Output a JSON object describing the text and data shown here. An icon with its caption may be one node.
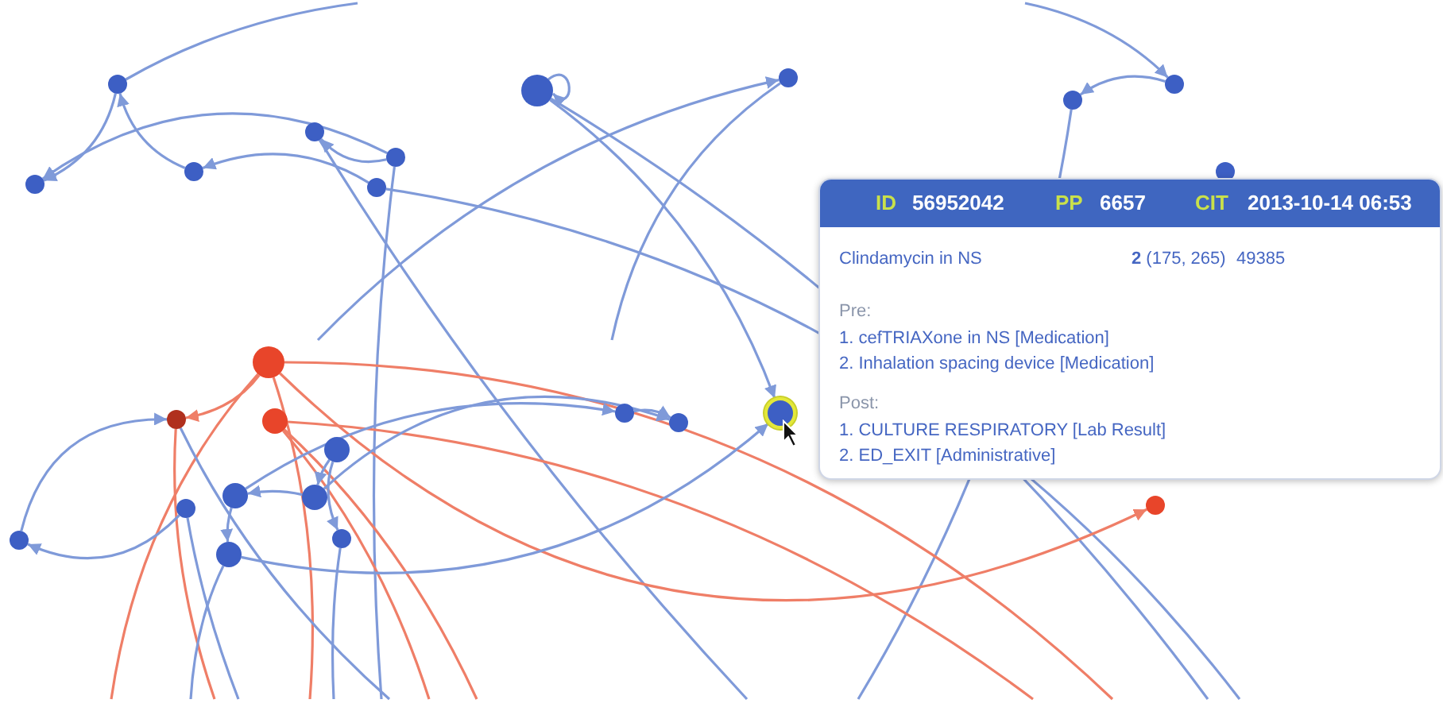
{
  "diagram": {
    "nodes": [
      {
        "text": [],
        "shape": "circle"
      },
      {
        "text": [],
        "shape": "circle"
      },
      {
        "text": [],
        "shape": "circle"
      },
      {
        "text": [],
        "shape": "circle"
      },
      {
        "text": [],
        "shape": "circle"
      },
      {
        "text": [],
        "shape": "circle"
      },
      {
        "text": [],
        "shape": "circle"
      },
      {
        "text": [],
        "shape": "circle"
      },
      {
        "text": [],
        "shape": "circle"
      },
      {
        "text": [],
        "shape": "circle"
      },
      {
        "text": [],
        "shape": "circle"
      },
      {
        "text": [],
        "shape": "circle"
      },
      {
        "text": [],
        "shape": "circle"
      },
      {
        "text": [],
        "shape": "circle"
      },
      {
        "text": [],
        "shape": "circle"
      },
      {
        "text": [],
        "shape": "circle"
      },
      {
        "text": [],
        "shape": "circle"
      },
      {
        "text": [],
        "shape": "circle"
      },
      {
        "text": [],
        "shape": "circle"
      },
      {
        "text": [],
        "shape": "circle"
      },
      {
        "text": [],
        "shape": "circle"
      },
      {
        "text": [],
        "shape": "circle"
      },
      {
        "text": [],
        "shape": "circle"
      },
      {
        "text": [],
        "shape": "circle"
      },
      {
        "text": [],
        "shape": "circle"
      },
      {
        "text": [
          "ID",
          "56952042",
          "PP",
          "6657",
          "CIT",
          "2013-10-14 06:53",
          "Clindamycin in NS",
          "**2** (175, 265)",
          "49385",
          "Pre:",
          "1. cefTRIAXone in NS [Medication]",
          "2. Inhalation spacing device [Medication]",
          "Post:",
          "1. CULTURE RESPIRATORY [Lab Result]",
          "2. ED_EXIT [Administrative]"
        ]
      }
    ],
    "edges": [
      {
        "from": 0,
        "to": 4,
        "arrow": "to"
      },
      {
        "from": 0,
        "to": null,
        "arrow": "none"
      },
      {
        "from": 3,
        "to": 4,
        "arrow": "to"
      },
      {
        "from": 2,
        "to": 0,
        "arrow": "to"
      },
      {
        "from": 5,
        "to": 2,
        "arrow": "to"
      },
      {
        "from": 3,
        "to": 1,
        "arrow": "to"
      },
      {
        "from": 1,
        "to": null,
        "arrow": "none"
      },
      {
        "from": 5,
        "to": null,
        "arrow": "none"
      },
      {
        "from": 3,
        "to": null,
        "arrow": "none"
      },
      {
        "from": 6,
        "to": 6,
        "arrow": "to"
      },
      {
        "from": 6,
        "to": 23,
        "arrow": "to"
      },
      {
        "from": 6,
        "to": null,
        "arrow": "none"
      },
      {
        "from": null,
        "to": 7,
        "arrow": "to"
      },
      {
        "from": 7,
        "to": null,
        "arrow": "none"
      },
      {
        "from": null,
        "to": 9,
        "arrow": "to"
      },
      {
        "from": 9,
        "to": 8,
        "arrow": "to"
      },
      {
        "from": 8,
        "to": null,
        "arrow": "none"
      },
      {
        "from": 11,
        "to": 24,
        "arrow": "to",
        "color": "#ef7e67"
      },
      {
        "from": 11,
        "to": null,
        "arrow": "none",
        "color": "#ef7e67"
      },
      {
        "from": 11,
        "to": null,
        "arrow": "none",
        "color": "#ef7e67"
      },
      {
        "from": 11,
        "to": null,
        "arrow": "none",
        "color": "#ef7e67"
      },
      {
        "from": 13,
        "to": null,
        "arrow": "none",
        "color": "#ef7e67"
      },
      {
        "from": 13,
        "to": null,
        "arrow": "none",
        "color": "#ef7e67"
      },
      {
        "from": 12,
        "to": null,
        "arrow": "none",
        "color": "#ef7e67"
      },
      {
        "from": 11,
        "to": 12,
        "arrow": "to",
        "color": "#ef7e67"
      },
      {
        "from": 13,
        "to": null,
        "arrow": "none",
        "color": "#ef7e67"
      },
      {
        "from": 18,
        "to": 12,
        "arrow": "to"
      },
      {
        "from": 16,
        "to": 18,
        "arrow": "to"
      },
      {
        "from": 15,
        "to": 19,
        "arrow": "to"
      },
      {
        "from": 15,
        "to": 21,
        "arrow": "to"
      },
      {
        "from": 17,
        "to": 15,
        "arrow": "to"
      },
      {
        "from": 14,
        "to": 17,
        "arrow": "to"
      },
      {
        "from": 17,
        "to": 22,
        "arrow": "to"
      },
      {
        "from": 14,
        "to": 20,
        "arrow": "to"
      },
      {
        "from": 21,
        "to": 22,
        "arrow": "to"
      },
      {
        "from": 20,
        "to": null,
        "arrow": "none"
      },
      {
        "from": 16,
        "to": null,
        "arrow": "none"
      },
      {
        "from": 19,
        "to": 23,
        "arrow": "to"
      },
      {
        "from": 12,
        "to": null,
        "arrow": "none"
      },
      {
        "from": 19,
        "to": null,
        "arrow": "none"
      }
    ]
  }
}
